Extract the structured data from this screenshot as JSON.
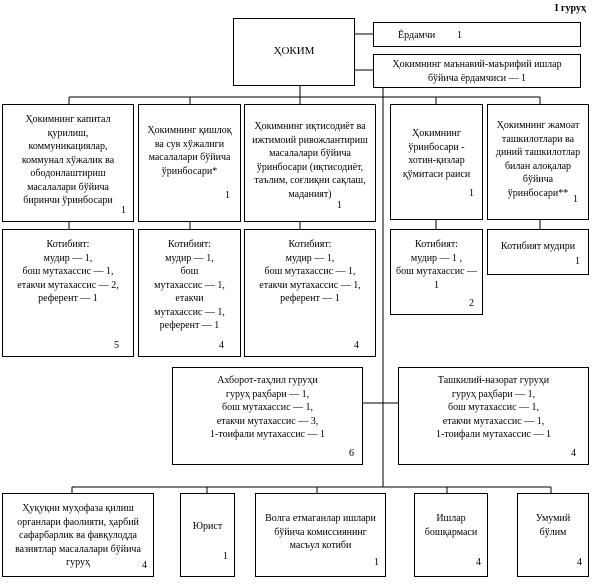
{
  "group_label": "I гуруҳ",
  "hokim": "ҲОКИМ",
  "assistant": {
    "text": "Ёрдамчи",
    "num": "1"
  },
  "spiritual_assistant": {
    "text": "Ҳокимнинг маънавий-маърифий ишлар\nбўйича ёрдамчиси — 1"
  },
  "deputies": [
    {
      "text": "Ҳокимнинг капитал\nқурилиш,\nкоммуникациялар,\nкоммунал хўжалик ва\nободонлаштириш\nмасалалари бўйича\nбиринчи ўринбосари",
      "num": "1"
    },
    {
      "text": "Ҳокимнинг қишлоқ\nва сув хўжалиги\nмасалалари бўйича\nўринбосари*",
      "num": "1"
    },
    {
      "text": "Ҳокимнинг иқтисодиёт ва\nижтимоий ривожлантириш\nмасалалари бўйича\nўринбосари (иқтисодиёт,\nтаълим, соғлиқни сақлаш,\nмаданият)",
      "num": "1"
    },
    {
      "text": "Ҳокимнинг\nўринбосари -\nхотин-қизлар\nқўмитаси раиси",
      "num": "1"
    },
    {
      "text": "Ҳокимнинг жамоат\nташкилотлари ва\nдиний ташкилотлар\nбилан алоқалар\nбўйича\nўринбосари**",
      "num": "1"
    }
  ],
  "secretariats": [
    {
      "text": "Котибият:\nмудир — 1,\nбош мутахассис — 1,\nетакчи мутахассис — 2,\nреферент — 1",
      "num": "5"
    },
    {
      "text": "Котибият:\nмудир — 1,\nбош\nмутахассис — 1,\nетакчи\nмутахассис — 1,\nреферент — 1",
      "num": "4"
    },
    {
      "text": "Котибият:\nмудир — 1,\nбош мутахассис — 1,\nетакчи мутахассис — 1,\nреферент — 1",
      "num": "4"
    },
    {
      "text": "Котибият:\nмудир — 1 ,\nбош мутахассис —\n1",
      "num": "2"
    },
    {
      "text": "Котибият мудири",
      "num": "1"
    }
  ],
  "info_group": {
    "text": "Ахборот-таҳлил гуруҳи\nгуруҳ раҳбари — 1,\nбош мутахассис — 1,\nетакчи мутахассис — 3,\n1-тоифали мутахассис — 1",
    "num": "6"
  },
  "control_group": {
    "text": "Ташкилий-назорат гуруҳи\nгуруҳ раҳбари — 1,\nбош мутахассис — 1,\nетакчи мутахассис — 1,\n1-тоифали мутахассис — 1",
    "num": "4"
  },
  "bottom": [
    {
      "text": "Ҳуқуқни муҳофаза қилиш\nорганлари фаолияти, ҳарбий\nсафарбарлик ва фавқулодда\nвазиятлар масалалари бўйича\nгуруҳ",
      "num": "4"
    },
    {
      "text": "Юрист",
      "num": "1"
    },
    {
      "text": "Волга етмаганлар ишлари\nбўйича комиссиянинг\nмасъул котиби",
      "num": "1"
    },
    {
      "text": "Ишлар\nбошқармаси",
      "num": "4"
    },
    {
      "text": "Умумий\nбўлим",
      "num": "4"
    }
  ]
}
